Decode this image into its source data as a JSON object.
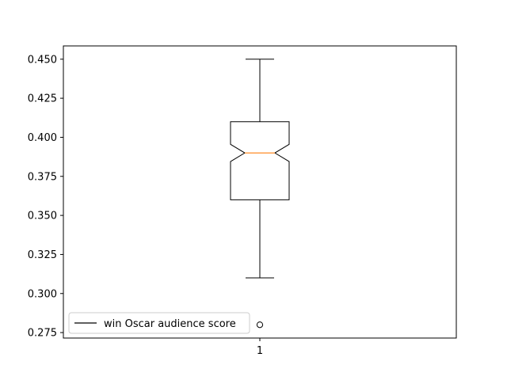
{
  "chart_data": {
    "type": "box",
    "categories": [
      "1"
    ],
    "boxes": [
      {
        "label": "1",
        "whisker_low": 0.31,
        "q1": 0.36,
        "median": 0.39,
        "q3": 0.41,
        "whisker_high": 0.45,
        "notch_low": 0.3845,
        "notch_high": 0.3955,
        "outliers": [
          0.28
        ]
      }
    ],
    "legend": {
      "entries": [
        "win Oscar audience score"
      ],
      "location": "lower left"
    },
    "ylim": [
      0.2715,
      0.4585
    ],
    "yticks": [
      0.275,
      0.3,
      0.325,
      0.35,
      0.375,
      0.4,
      0.425,
      0.45
    ],
    "ytick_labels": [
      "0.275",
      "0.300",
      "0.325",
      "0.350",
      "0.375",
      "0.400",
      "0.425",
      "0.450"
    ],
    "xticks": [
      "1"
    ],
    "grid": false,
    "colors": {
      "box": "#000000",
      "median": "#ff7f0e",
      "outlier": "#000000"
    }
  }
}
